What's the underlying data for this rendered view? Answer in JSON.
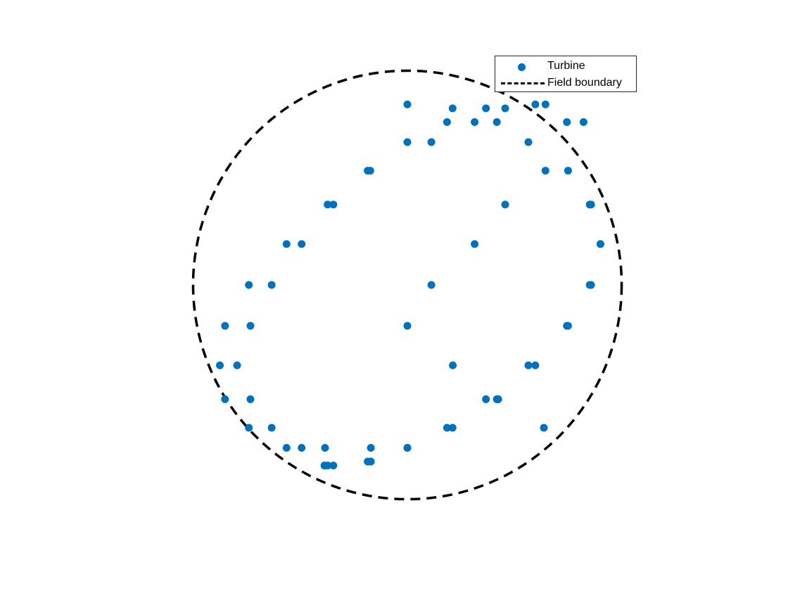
{
  "chart_data": {
    "type": "scatter",
    "title": "",
    "xlabel": "",
    "ylabel": "",
    "axes_visible": false,
    "grid": false,
    "aspect": "equal",
    "xlim": [
      -1.08,
      1.08
    ],
    "ylim": [
      -1.08,
      1.08
    ],
    "legend": {
      "location": "top-right",
      "entries": [
        {
          "label": "Turbine",
          "style": "marker",
          "color": "#0072BD"
        },
        {
          "label": "Field boundary",
          "style": "dashed-line",
          "color": "#000000"
        }
      ]
    },
    "series": [
      {
        "name": "Turbine",
        "kind": "scatter",
        "color": "#0072BD",
        "x": [
          0,
          0.228,
          0.451,
          0.61,
          0.81,
          0.926,
          0.973,
          0.919,
          0.804,
          0.645,
          0.396,
          0.2,
          0,
          -0.2,
          -0.402,
          -0.609,
          -0.799,
          -0.919,
          -0.945,
          -0.919,
          -0.799,
          -0.609,
          -0.402,
          -0.2,
          0,
          0.2,
          0.396,
          0.645,
          0.804,
          0.919,
          0.973,
          0.926,
          0.81,
          0.61,
          0.451,
          0.228,
          0,
          -0.187,
          -0.373,
          -0.533,
          -0.684,
          -0.791,
          -0.858,
          -0.791,
          -0.684,
          -0.533,
          -0.373,
          -0.187,
          0.121,
          0.339,
          0.493,
          0.696,
          0.888,
          0.696,
          0.493,
          0.339,
          0.121,
          0,
          0.229,
          0.458,
          0.688,
          -0.184,
          -0.184,
          -0.418,
          -0.415
        ],
        "y": [
          0.91,
          0.89,
          0.821,
          0.72,
          0.576,
          0.405,
          0.206,
          0,
          -0.206,
          -0.405,
          -0.576,
          -0.72,
          -0.821,
          -0.89,
          -0.91,
          -0.821,
          -0.72,
          -0.576,
          -0.405,
          -0.206,
          0,
          0.206,
          0.405,
          0.576,
          0.72,
          0.821,
          0.89,
          0.91,
          0.821,
          0.405,
          0.206,
          0,
          -0.206,
          -0.405,
          -0.576,
          -0.72,
          -0.821,
          -0.89,
          -0.91,
          -0.821,
          -0.72,
          -0.576,
          -0.405,
          -0.206,
          0,
          0.206,
          0.405,
          0.576,
          0.72,
          0.821,
          0.89,
          0.91,
          0.821,
          0.576,
          0.405,
          0.206,
          0,
          -0.206,
          -0.405,
          -0.576,
          -0.72,
          -0.821,
          -0.89,
          -0.91,
          -0.821
        ]
      },
      {
        "name": "Field boundary",
        "kind": "circle",
        "color": "#000000",
        "linestyle": "dashed",
        "center": [
          0,
          0
        ],
        "radius": 1.08
      }
    ]
  }
}
